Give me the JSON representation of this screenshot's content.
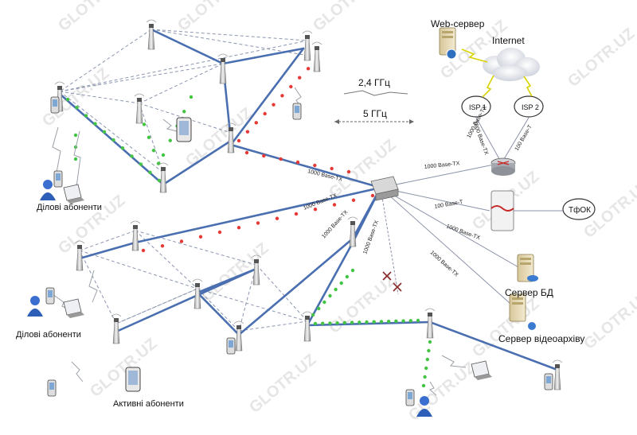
{
  "labels": {
    "web_server": "Web-сервер",
    "internet": "Internet",
    "isp1": "ISP 1",
    "isp2": "ISP 2",
    "band_24": "2,4 ГГц",
    "band_5": "5 ГГц",
    "tfop": "ТфОК",
    "db_server": "Сервер БД",
    "video_server": "Сервер відеоархіву",
    "business_subscribers_top": "Ділові абоненти",
    "business_subscribers_left": "Ділові абоненти",
    "active_subscribers": "Активні абоненти"
  },
  "links": {
    "l1": "1000 Base-TX",
    "l2": "1000 Base-TX",
    "l3": "1000 Base-TX",
    "l4": "1000 Base-TX",
    "l5": "1000 Base-TX",
    "l6": "1000 Base-TX",
    "l7": "100 Base-T",
    "l8": "1000 Base-TX",
    "l9": "1000 Base-TX",
    "l10": "1000 Base-TX",
    "l11": "1000 Base-TX",
    "l12": "100 Base-T"
  },
  "watermark": "GLOTR.UZ",
  "colors": {
    "backbone": "#4a6fb0",
    "mesh_dashed": "#8a95b0",
    "band24": "#e53935",
    "band5": "#43c443",
    "cloud": "#e4e6ec"
  }
}
